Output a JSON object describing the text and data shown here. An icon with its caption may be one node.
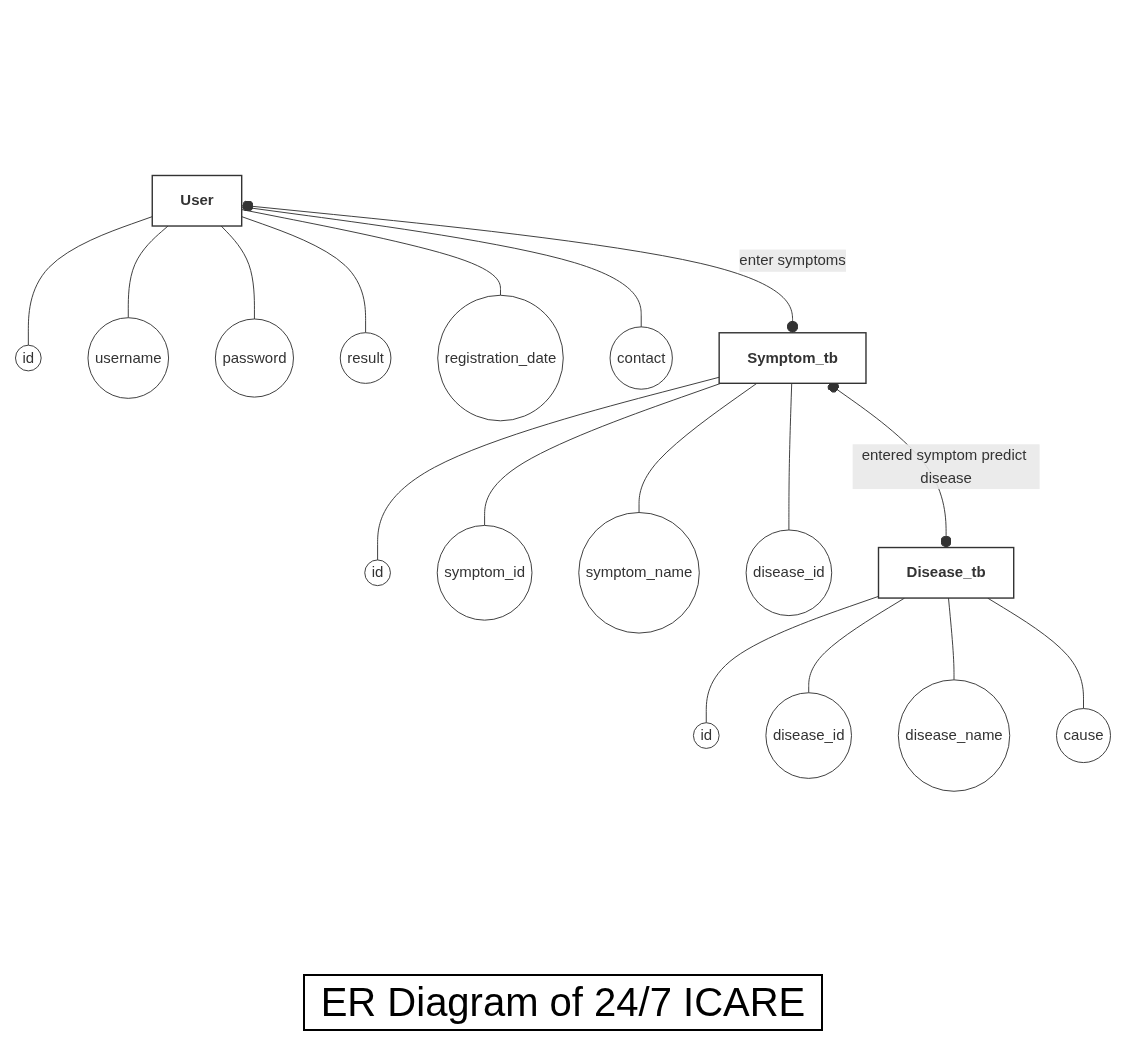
{
  "diagram": {
    "title": "ER Diagram of 24/7 ICARE",
    "nodes": [
      {
        "text": [
          "User"
        ]
      },
      {
        "text": [
          "id"
        ]
      },
      {
        "text": [
          "username"
        ]
      },
      {
        "text": [
          "password"
        ]
      },
      {
        "text": [
          "result"
        ]
      },
      {
        "text": [
          "registration_date"
        ]
      },
      {
        "text": [
          "contact"
        ]
      },
      {
        "text": [
          "Symptom_tb"
        ]
      },
      {
        "text": [
          "id"
        ]
      },
      {
        "text": [
          "symptom_id"
        ]
      },
      {
        "text": [
          "symptom_name"
        ]
      },
      {
        "text": [
          "disease_id"
        ]
      },
      {
        "text": [
          "Disease_tb"
        ]
      },
      {
        "text": [
          "id"
        ]
      },
      {
        "text": [
          "disease_id"
        ]
      },
      {
        "text": [
          "disease_name"
        ]
      },
      {
        "text": [
          "cause"
        ]
      }
    ],
    "edges": [
      {
        "from": 0,
        "to": 1,
        "arrow": "none"
      },
      {
        "from": 0,
        "to": 2,
        "arrow": "none"
      },
      {
        "from": 0,
        "to": 3,
        "arrow": "none"
      },
      {
        "from": 0,
        "to": 4,
        "arrow": "none"
      },
      {
        "from": 0,
        "to": 5,
        "arrow": "none"
      },
      {
        "from": 0,
        "to": 6,
        "arrow": "none"
      },
      {
        "from": 0,
        "to": 7,
        "arrow": "other",
        "label": "enter symptoms"
      },
      {
        "from": 7,
        "to": 8,
        "arrow": "none"
      },
      {
        "from": 7,
        "to": 9,
        "arrow": "none"
      },
      {
        "from": 7,
        "to": 10,
        "arrow": "none"
      },
      {
        "from": 7,
        "to": 11,
        "arrow": "none"
      },
      {
        "from": 7,
        "to": 12,
        "arrow": "other",
        "label": "entered symptom predict disease"
      },
      {
        "from": 12,
        "to": 13,
        "arrow": "none"
      },
      {
        "from": 12,
        "to": 14,
        "arrow": "none"
      },
      {
        "from": 12,
        "to": 15,
        "arrow": "none"
      },
      {
        "from": 12,
        "to": 16,
        "arrow": "none"
      }
    ]
  }
}
